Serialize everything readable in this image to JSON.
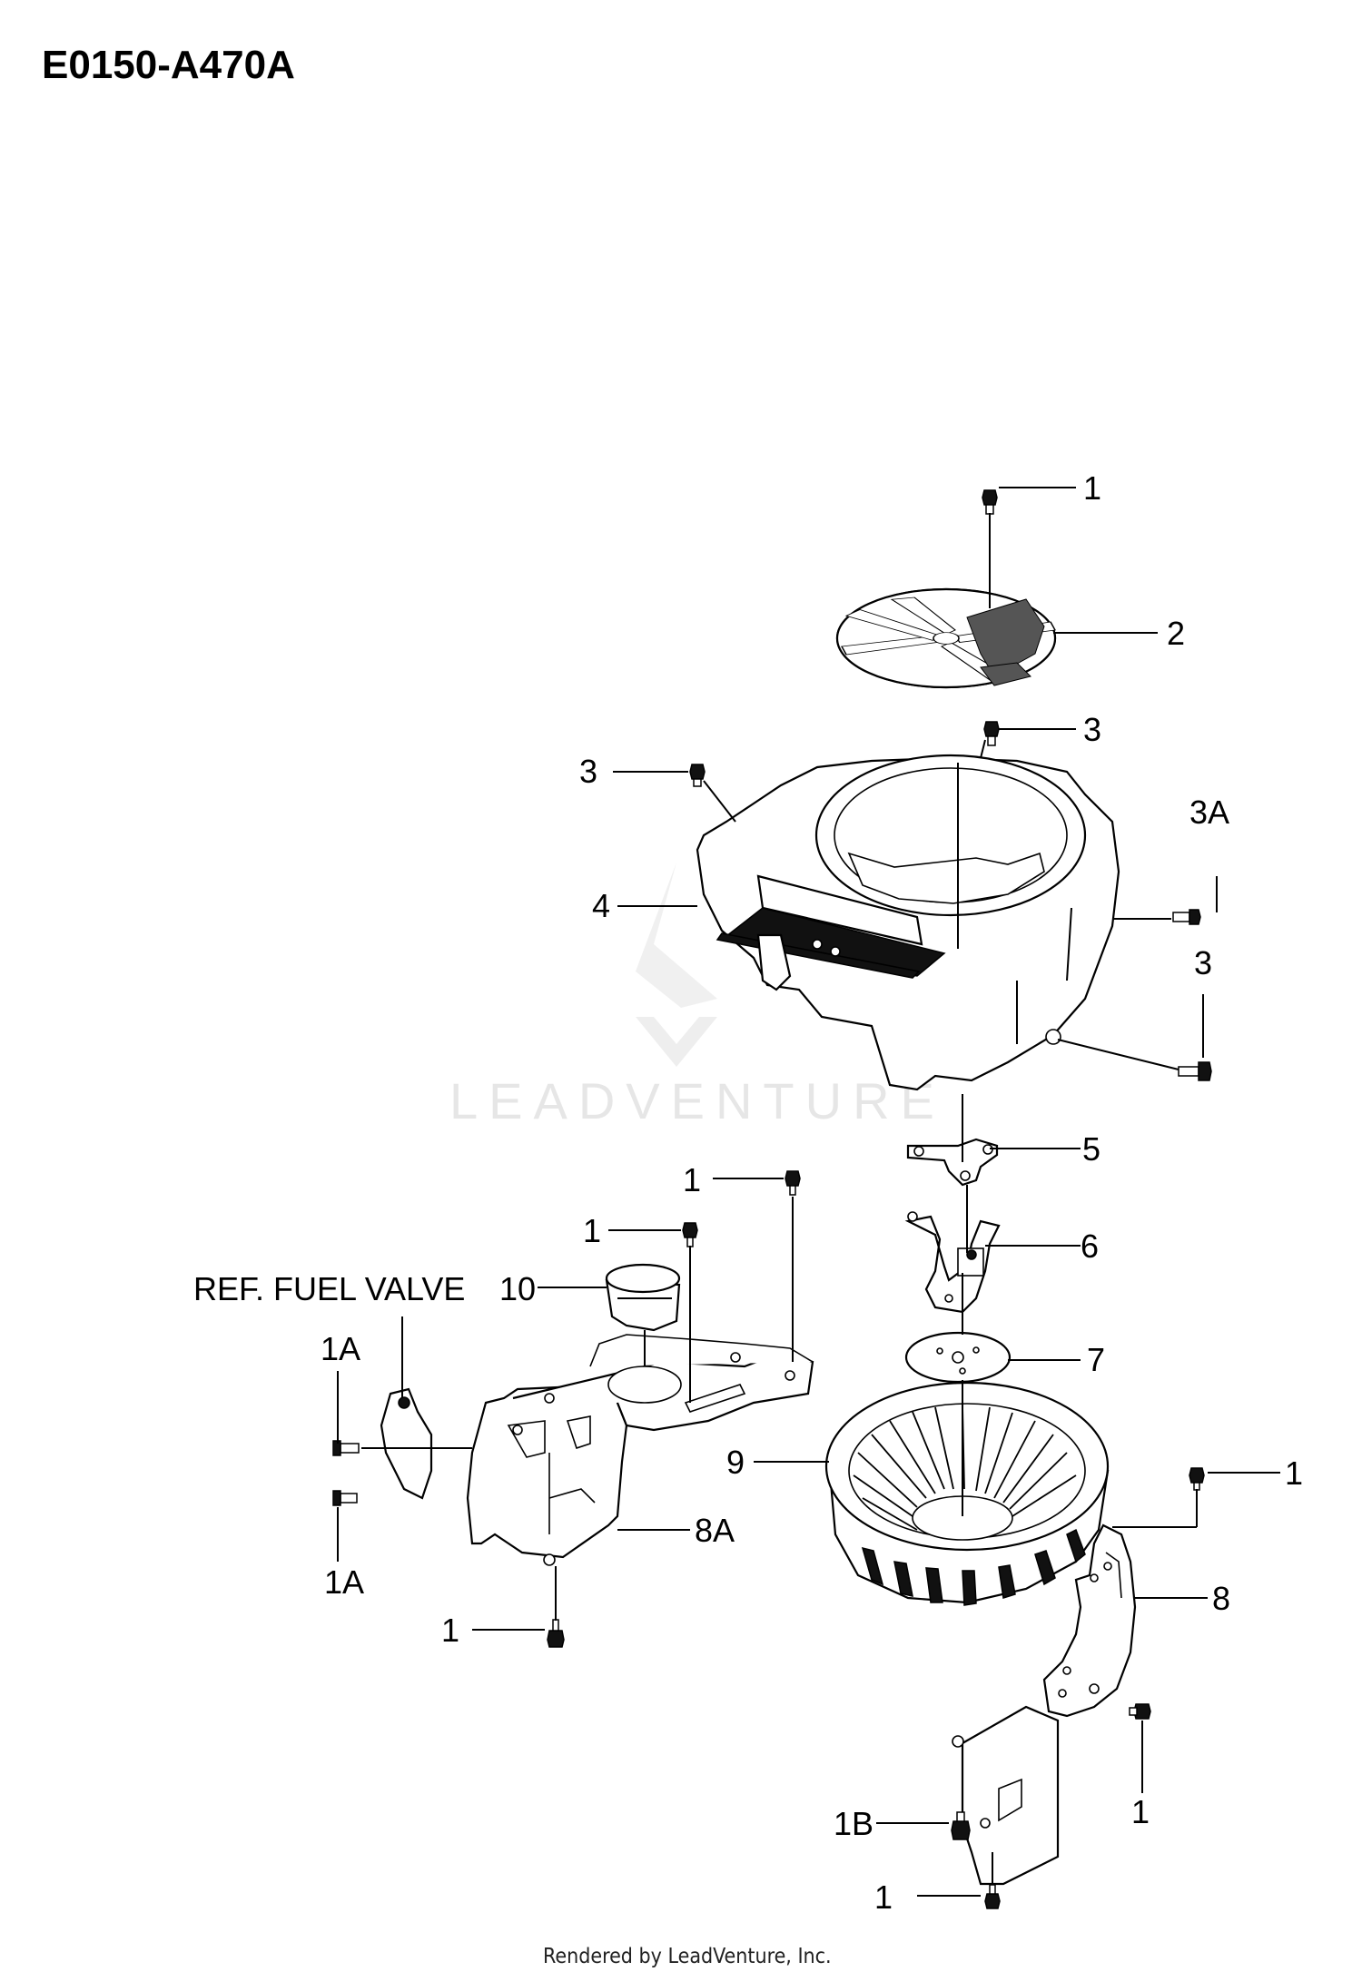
{
  "diagram": {
    "title": "E0150-A470A",
    "watermark": "LEADVENTURE",
    "footer": "Rendered by LeadVenture, Inc.",
    "callouts": {
      "c1_top": "1",
      "c2": "2",
      "c3_upper_right": "3",
      "c3_left": "3",
      "c3a": "3A",
      "c4": "4",
      "c3_lower_right": "3",
      "c5": "5",
      "c1_bracket_top": "1",
      "c1_tube": "1",
      "c6": "6",
      "ref_fuel_valve": "REF. FUEL VALVE",
      "c10": "10",
      "c1a_upper": "1A",
      "c7": "7",
      "c9": "9",
      "c1_right": "1",
      "c8a": "8A",
      "c1a_lower": "1A",
      "c8": "8",
      "c1_left_bottom": "1",
      "c1_right_lower": "1",
      "c1b": "1B",
      "c1_bottom": "1"
    }
  }
}
